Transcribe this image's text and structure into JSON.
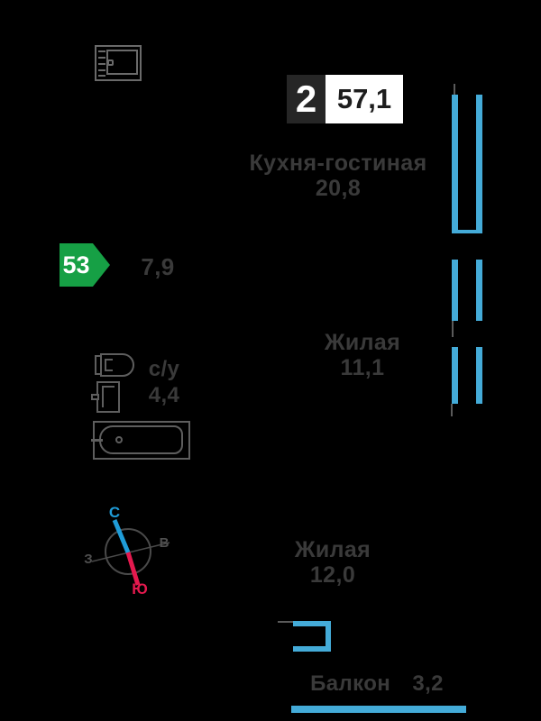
{
  "badge": {
    "rooms": "2",
    "area": "57,1"
  },
  "marker": {
    "value": "53"
  },
  "hall": {
    "area": "7,9"
  },
  "rooms": {
    "kitchen": {
      "label": "Кухня-гостиная",
      "area": "20,8"
    },
    "living1": {
      "label": "Жилая",
      "area": "11,1"
    },
    "living2": {
      "label": "Жилая",
      "area": "12,0"
    },
    "bathroom": {
      "label": "с/у",
      "area": "4,4"
    },
    "balcony": {
      "label": "Балкон",
      "area": "3,2"
    }
  },
  "compass": {
    "north": "С",
    "south": "Ю",
    "east": "В",
    "west": "З"
  },
  "icons": {
    "appliance": "washing-machine-icon",
    "toilet": "toilet-icon",
    "sink": "sink-icon",
    "bath": "bathtub-icon",
    "compass": "compass-rose-icon",
    "glazing": "window-glazing"
  },
  "colors": {
    "blue": "#44ABD8",
    "compass-blue": "#1F9CD8",
    "red": "#E4194E",
    "green": "#16A045",
    "txt": "#3a3a3a",
    "icon": "#6a6a6a",
    "fixture": "#5e5e5e",
    "wall": "#5a5a5a",
    "badge-dark": "#262626"
  }
}
